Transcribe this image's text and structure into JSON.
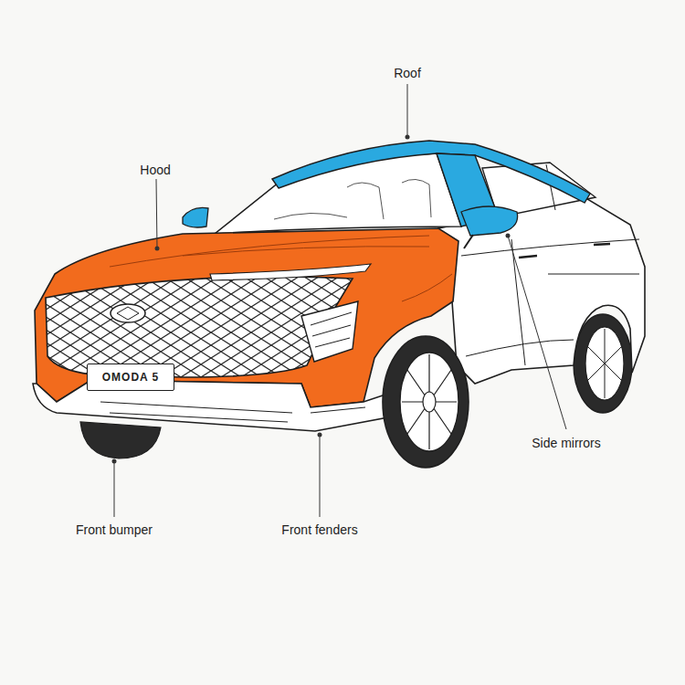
{
  "diagram": {
    "nodes": [
      {
        "text": [
          "OMODA 5"
        ]
      }
    ],
    "labels": [
      "Roof",
      "Hood",
      "Side mirrors",
      "Front bumper",
      "Front fenders"
    ]
  }
}
